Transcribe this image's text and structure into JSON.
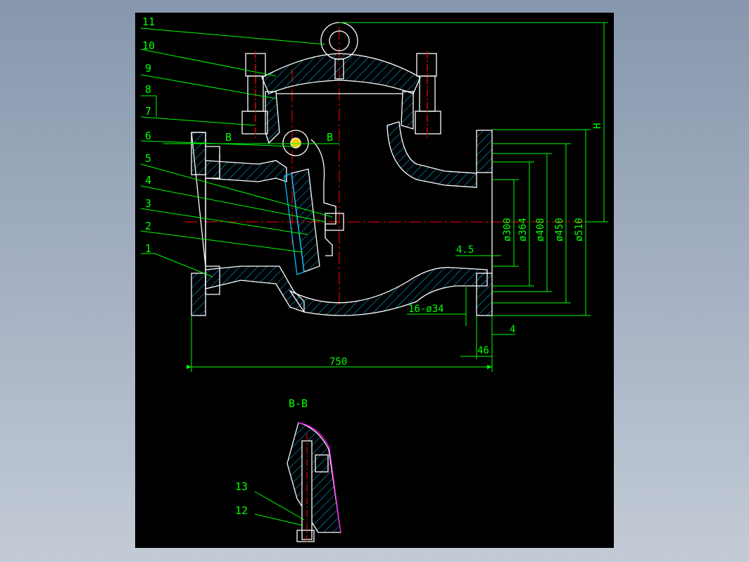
{
  "drawing": {
    "part_labels": [
      "11",
      "10",
      "9",
      "8",
      "7",
      "6",
      "5",
      "4",
      "3",
      "2",
      "1"
    ],
    "section_marks": [
      "B",
      "B"
    ],
    "dimensions": {
      "length": "750",
      "flange_thickness": "46",
      "face_offset": "4",
      "gasket_offset": "4.5",
      "bolt_holes": "16-ø34",
      "diameters": [
        "ø300",
        "ø364",
        "ø408",
        "ø450",
        "ø510"
      ],
      "height": "H"
    },
    "section_view": {
      "title": "B-B",
      "labels": [
        "13",
        "12"
      ]
    }
  },
  "colors": {
    "background": "#000000",
    "outline": "#ffffff",
    "dimension": "#00ff00",
    "center_line": "#ff0000",
    "hatch": "#00bfff",
    "highlight": "#ff00ff"
  }
}
